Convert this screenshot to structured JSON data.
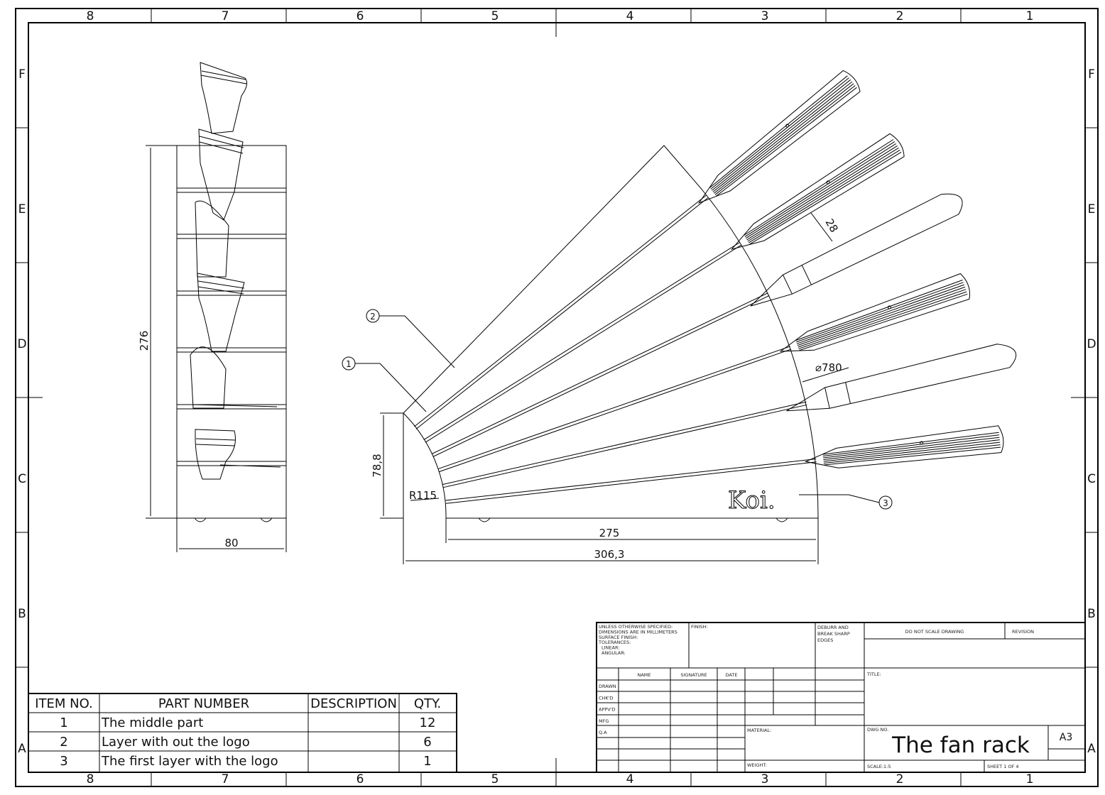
{
  "zones": {
    "columns": [
      "8",
      "7",
      "6",
      "5",
      "4",
      "3",
      "2",
      "1"
    ],
    "rows": [
      "F",
      "E",
      "D",
      "C",
      "B",
      "A"
    ]
  },
  "side_view": {
    "height_dim": "276",
    "width_dim": "80"
  },
  "fan_view": {
    "dim_height": "78,8",
    "dim_radius": "R115",
    "dim_inner_length": "275",
    "dim_total_length": "306,3",
    "dim_diameter": "⌀780",
    "dim_slot_width": "28",
    "logo": "Koi.",
    "slot_angles_deg": [
      6.4,
      12.8,
      19.2,
      25.6,
      32,
      38.4
    ],
    "balloons": [
      "1",
      "2",
      "3"
    ]
  },
  "bom": {
    "headers": [
      "ITEM NO.",
      "PART NUMBER",
      "DESCRIPTION",
      "QTY."
    ],
    "rows": [
      {
        "item": "1",
        "part": "The middle part",
        "desc": "",
        "qty": "12"
      },
      {
        "item": "2",
        "part": "Layer with out the logo",
        "desc": "",
        "qty": "6"
      },
      {
        "item": "3",
        "part": "The first layer with the logo",
        "desc": "",
        "qty": "1"
      }
    ]
  },
  "title_block": {
    "spec_lines": [
      "UNLESS OTHERWISE SPECIFIED:",
      "DIMENSIONS ARE IN MILLIMETERS",
      "SURFACE FINISH:",
      "TOLERANCES:",
      "  LINEAR:",
      "  ANGULAR:"
    ],
    "finish": "FINISH:",
    "deburr": [
      "DEBURR AND",
      "BREAK SHARP",
      "EDGES"
    ],
    "do_not_scale": "DO NOT SCALE DRAWING",
    "revision": "REVISION",
    "col_name": "NAME",
    "col_signature": "SIGNATURE",
    "col_date": "DATE",
    "roles": [
      "DRAWN",
      "CHK'D",
      "APPV'D",
      "MFG",
      "Q.A"
    ],
    "title_label": "TITLE:",
    "material": "MATERIAL:",
    "weight": "WEIGHT:",
    "dwg_no_label": "DWG NO.",
    "dwg_no": "The fan rack",
    "size": "A3",
    "scale": "SCALE:1:5",
    "sheet": "SHEET 1 OF 4"
  }
}
